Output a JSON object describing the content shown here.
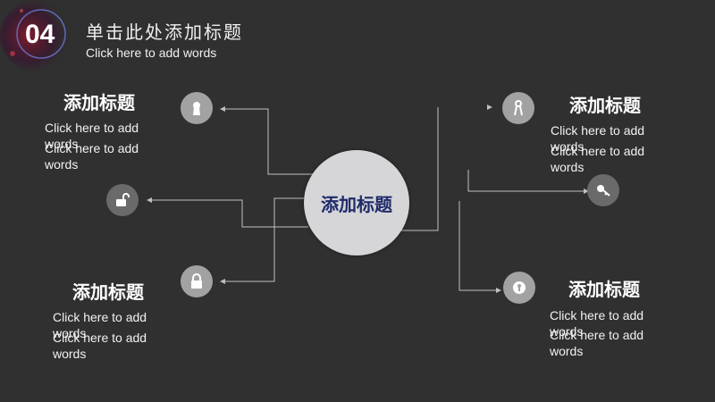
{
  "slide": {
    "number": "04",
    "title": "单击此处添加标题",
    "subtitle": "Click here to add words"
  },
  "center": {
    "label": "添加标题"
  },
  "blocks": [
    {
      "title": "添加标题",
      "text1": "Click here to add words",
      "text2": "Click here to add words"
    },
    {
      "title": "添加标题",
      "text1": "Click here to add words",
      "text2": "Click here to add words"
    },
    {
      "title": "添加标题",
      "text1": "Click here to add words",
      "text2": "Click here to add words"
    },
    {
      "title": "添加标题",
      "text1": "Click here to add words",
      "text2": "Click here to add words"
    }
  ],
  "icons": [
    "keyhole-icon",
    "unlock-icon",
    "lock-icon",
    "keys-icon",
    "key-icon",
    "keyhole-icon"
  ],
  "colors": {
    "background": "#303030",
    "center_circle": "#d6d6d8",
    "center_text": "#1f2a6a",
    "icon_fill": "#a2a2a2",
    "icon_fill_dark": "#6a6a6a",
    "connector": "#bfbfbf"
  }
}
